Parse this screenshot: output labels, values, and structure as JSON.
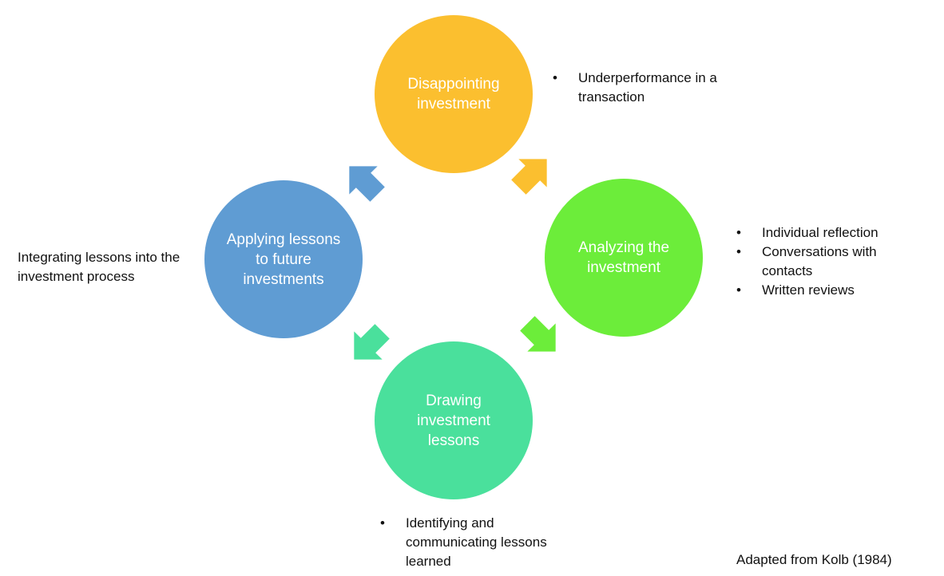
{
  "colors": {
    "disappointing": "#fbbf2f",
    "analyzing": "#6ced3a",
    "drawing": "#4ae09c",
    "applying": "#5f9cd3"
  },
  "stages": {
    "top": "Disappointing investment",
    "right": "Analyzing the investment",
    "bottom": "Drawing investment lessons",
    "left": "Applying lessons to future investments"
  },
  "notes": {
    "top": [
      "Underperformance in a transaction"
    ],
    "right": [
      "Individual reflection",
      "Conversations with contacts",
      "Written reviews"
    ],
    "bottom": [
      "Identifying and communicating lessons learned"
    ],
    "left": "Integrating lessons into the investment process"
  },
  "attribution": "Adapted from Kolb (1984)"
}
